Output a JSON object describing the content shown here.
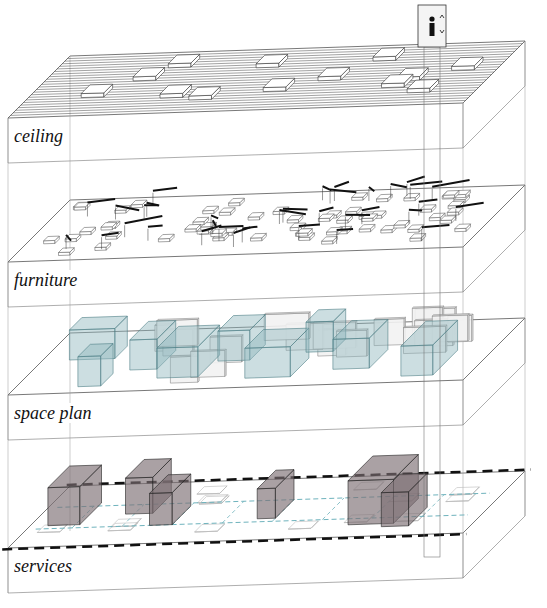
{
  "diagram": {
    "labels": [
      "ceiling",
      "furniture",
      "space plan",
      "services"
    ]
  }
}
